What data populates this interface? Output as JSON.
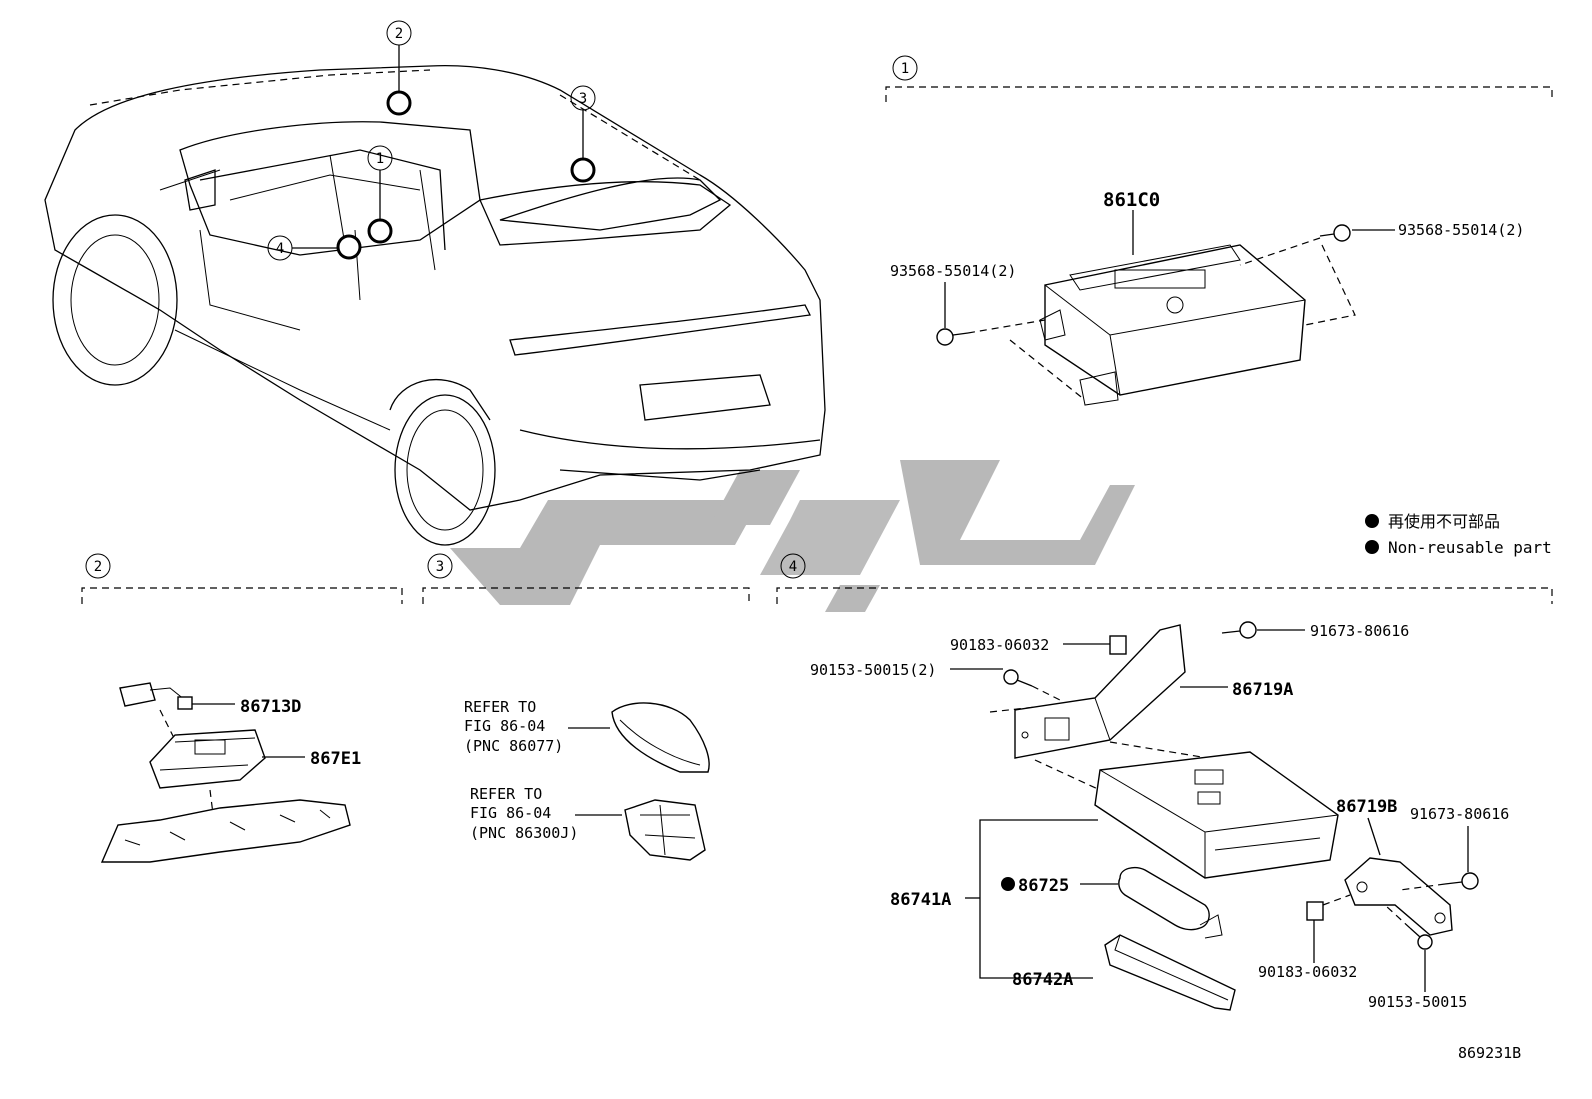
{
  "callouts": {
    "c1": "1",
    "c2": "2",
    "c3": "3",
    "c4": "4"
  },
  "section1": {
    "module": "861C0",
    "bolt_left": "93568-55014(2)",
    "bolt_right": "93568-55014(2)"
  },
  "legend": {
    "jp": "再使用不可部品",
    "en": "Non-reusable part"
  },
  "section2": {
    "connector": "86713D",
    "unit": "867E1"
  },
  "section3": {
    "refer1": [
      "REFER TO",
      "FIG 86-04",
      "(PNC 86077)"
    ],
    "refer2": [
      "REFER TO",
      "FIG 86-04",
      "(PNC 86300J)"
    ]
  },
  "section4": {
    "clip_top": "90183-06032",
    "bolt_top_right": "91673-80616",
    "screw_left": "90153-50015(2)",
    "bracket_a": "86719A",
    "bracket_b": "86719B",
    "bolt_right": "91673-80616",
    "assembly": "86741A",
    "battery": "86725",
    "cover": "86742A",
    "clip_bottom": "90183-06032",
    "screw_bottom": "90153-50015"
  },
  "figure_number": "869231B",
  "colors": {
    "line": "#000000",
    "watermark": "#b8b8b8",
    "background": "#ffffff"
  }
}
